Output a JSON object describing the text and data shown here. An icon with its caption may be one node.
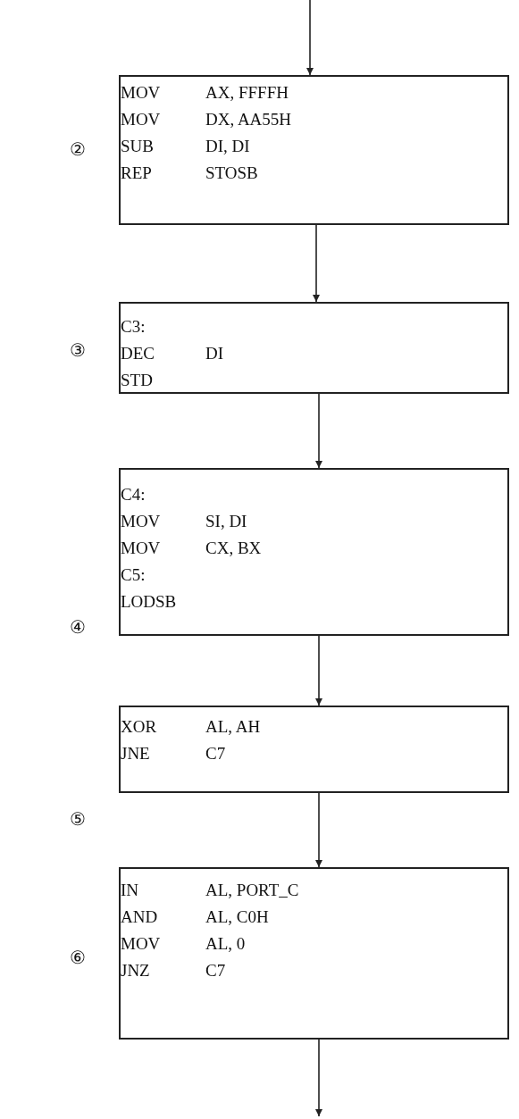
{
  "diagram": {
    "nodes": [
      {
        "text": [
          "MOV AX, FFFFH",
          "MOV DX, AA55H",
          "SUB DI, DI",
          "REP STOSB"
        ]
      },
      {
        "text": [
          "C3:",
          "DEC DI",
          "STD"
        ]
      },
      {
        "text": [
          "C4:",
          "MOV SI, DI",
          "MOV CX, BX",
          "C5:",
          "LODSB"
        ]
      },
      {
        "text": [
          "XOR AL, AH",
          "JNE C7"
        ]
      },
      {
        "text": [
          "IN AL, PORT_C",
          "AND AL, C0H",
          "MOV AL, 0",
          "JNZ C7"
        ]
      }
    ],
    "edges": [
      {
        "from": null,
        "to": 0,
        "arrow": "to"
      },
      {
        "from": 0,
        "to": 1,
        "arrow": "to"
      },
      {
        "from": 1,
        "to": 2,
        "arrow": "to"
      },
      {
        "from": 2,
        "to": 3,
        "arrow": "to"
      },
      {
        "from": 3,
        "to": 4,
        "arrow": "to"
      },
      {
        "from": 4,
        "to": null,
        "arrow": "to"
      }
    ],
    "labels": [
      "②",
      "③",
      "④",
      "⑤",
      "⑥"
    ]
  }
}
